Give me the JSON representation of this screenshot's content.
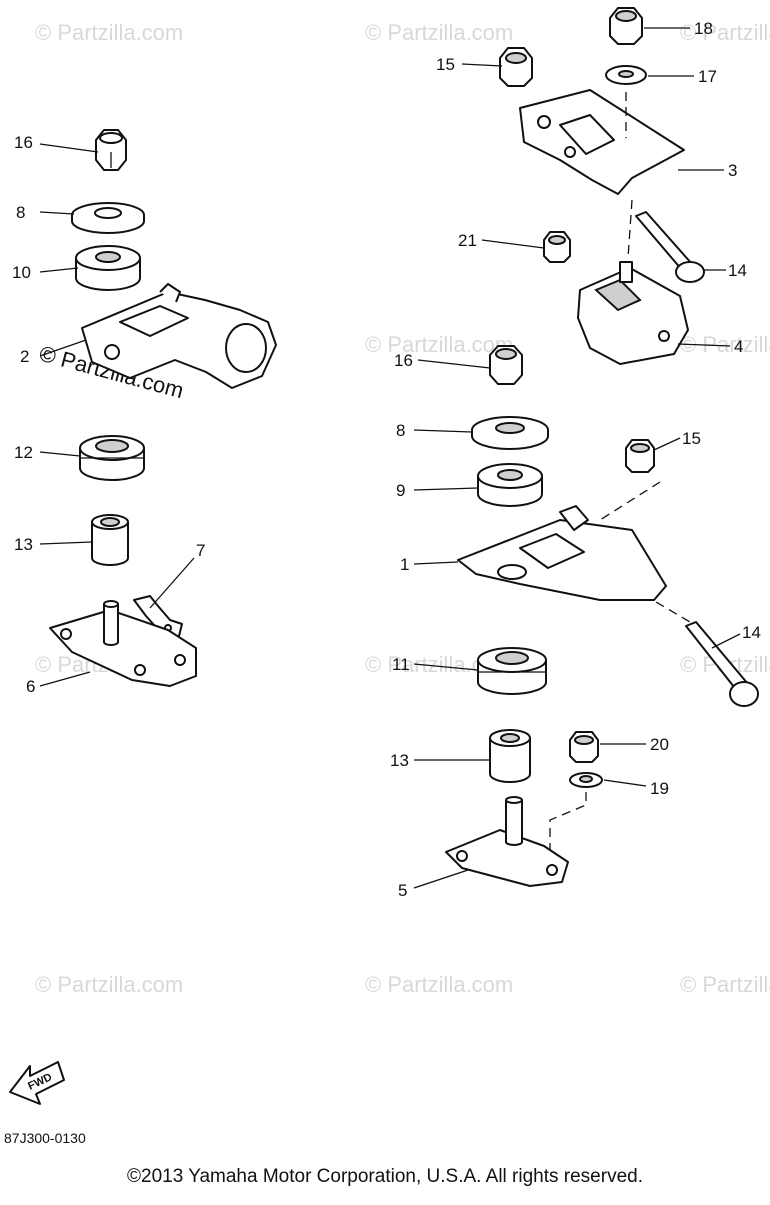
{
  "watermark": "© Partzilla.com",
  "callouts": [
    "16",
    "8",
    "10",
    "2",
    "12",
    "13",
    "7",
    "6",
    "15",
    "18",
    "17",
    "3",
    "21",
    "14",
    "4",
    "16",
    "8",
    "9",
    "15",
    "1",
    "14",
    "11",
    "13",
    "20",
    "19",
    "5"
  ],
  "fwd_label": "FWD",
  "drawing_code": "87J300-0130",
  "copyright": "©2013 Yamaha Motor Corporation, U.S.A. All rights reserved."
}
